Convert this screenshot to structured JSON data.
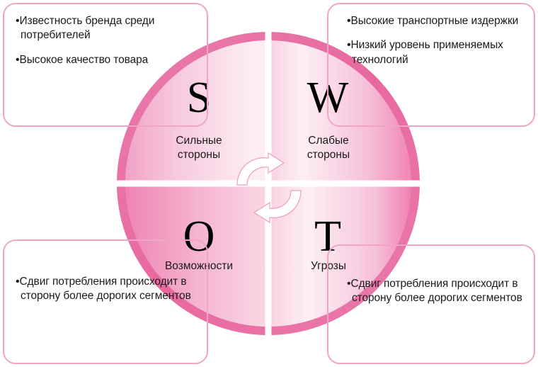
{
  "diagram": {
    "type": "swot-analysis-wheel",
    "center_icon": "cycle-arrows-icon",
    "colors": {
      "box_border": "#efa6c6",
      "ring_dark": "#e8689f",
      "ring_mid": "#ea7cac",
      "quad_light": "#fdf0f5",
      "quad_pink": "#f2a9c7",
      "quad_strong": "#ee87b5",
      "letter": "#000000",
      "text": "#1a1a1a",
      "background": "#ffffff"
    },
    "quadrants": [
      {
        "key": "S",
        "letter": "S",
        "subtitle": "Сильные\nстороны",
        "subtitle_lines": [
          "Сильные",
          "стороны"
        ],
        "position": "top-left",
        "bullets": [
          "Известность бренда среди потребителей",
          "Высокое качество товара"
        ],
        "bullet_lines": [
          [
            "Известность бренда",
            "среди потребителей"
          ],
          [
            "Высокое качество",
            "товара"
          ]
        ]
      },
      {
        "key": "W",
        "letter": "W",
        "subtitle": "Слабые\nстороны",
        "subtitle_lines": [
          "Слабые",
          "стороны"
        ],
        "position": "top-right",
        "bullets": [
          "Высокие транспортные издержки",
          "Низкий уровень применяемых технологий"
        ],
        "bullet_lines": [
          [
            "Высокие транспортные",
            "издержки"
          ],
          [
            "Низкий уровень",
            "применяемых",
            "технологий"
          ]
        ]
      },
      {
        "key": "O",
        "letter": "O",
        "subtitle": "Возможности",
        "subtitle_lines": [
          "Возможности"
        ],
        "position": "bottom-left",
        "bullets": [
          "Сдвиг потребления происходит в сторону более дорогих сегментов"
        ],
        "bullet_lines": [
          [
            "Сдвиг потребления",
            "происходит в сторону",
            "более дорогих сегментов"
          ]
        ]
      },
      {
        "key": "T",
        "letter": "T",
        "subtitle": "Угрозы",
        "subtitle_lines": [
          "Угрозы"
        ],
        "position": "bottom-right",
        "bullets": [
          "Сдвиг потребления происходит в сторону более дорогих сегментов"
        ],
        "bullet_lines": [
          [
            "Сдвиг потребления",
            "происходит в сторону",
            "более дорогих",
            "сегментов"
          ]
        ]
      }
    ],
    "bullet_glyph": "•"
  }
}
